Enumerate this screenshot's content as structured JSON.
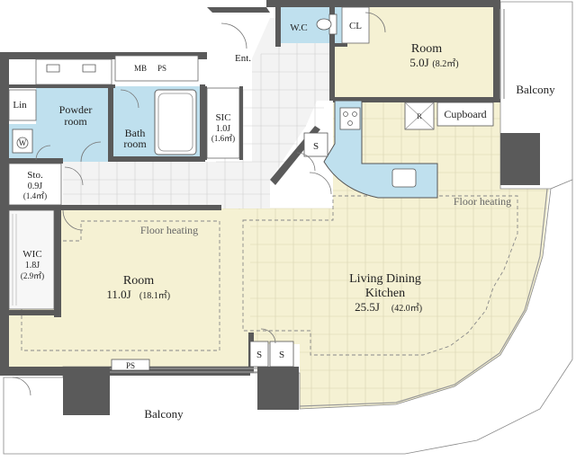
{
  "colors": {
    "wall": "#5a5a5a",
    "wet": "#bfe0ee",
    "ldk": "#f5f1d3",
    "room": "#f5f1d3",
    "grid": "#c9c4a2",
    "tile": "#f4f4f4",
    "balcony": "#ffffff"
  },
  "rooms": {
    "room_top": {
      "title": "Room",
      "area": "5.0J",
      "area_sub": "(8.2㎡)"
    },
    "room_main": {
      "title": "Room",
      "area": "11.0J",
      "area_sub": "(18.1㎡)"
    },
    "ldk": {
      "title_1": "Living Dining",
      "title_2": "Kitchen",
      "area": "25.5J",
      "area_sub": "(42.0㎡)"
    },
    "wc": {
      "label": "W.C"
    },
    "cl": {
      "label": "CL"
    },
    "powder": {
      "label_1": "Powder",
      "label_2": "room"
    },
    "bath": {
      "label_1": "Bath",
      "label_2": "room"
    },
    "sic": {
      "label": "SIC",
      "area": "1.0J",
      "area_sub": "(1.6㎡)"
    },
    "sto": {
      "label": "Sto.",
      "area": "0.9J",
      "area_sub": "(1.4㎡)"
    },
    "wic": {
      "label": "WIC",
      "area": "1.8J",
      "area_sub": "(2.9㎡)"
    },
    "lin": {
      "label": "Lin"
    },
    "washer": {
      "label": "W"
    },
    "ent": {
      "label": "Ent."
    },
    "mbps": {
      "mb": "MB",
      "ps": "PS"
    },
    "ps_bottom": {
      "label": "PS"
    },
    "cupboard": {
      "label": "Cupboard"
    },
    "fridge": {
      "label": "R"
    },
    "s_kitchen": {
      "label": "S"
    },
    "s1": {
      "label": "S"
    },
    "s2": {
      "label": "S"
    },
    "balcony_right": {
      "label": "Balcony"
    },
    "balcony_bottom": {
      "label": "Balcony"
    },
    "floor_heating_room": {
      "label": "Floor heating"
    },
    "floor_heating_ldk": {
      "label": "Floor heating"
    }
  }
}
